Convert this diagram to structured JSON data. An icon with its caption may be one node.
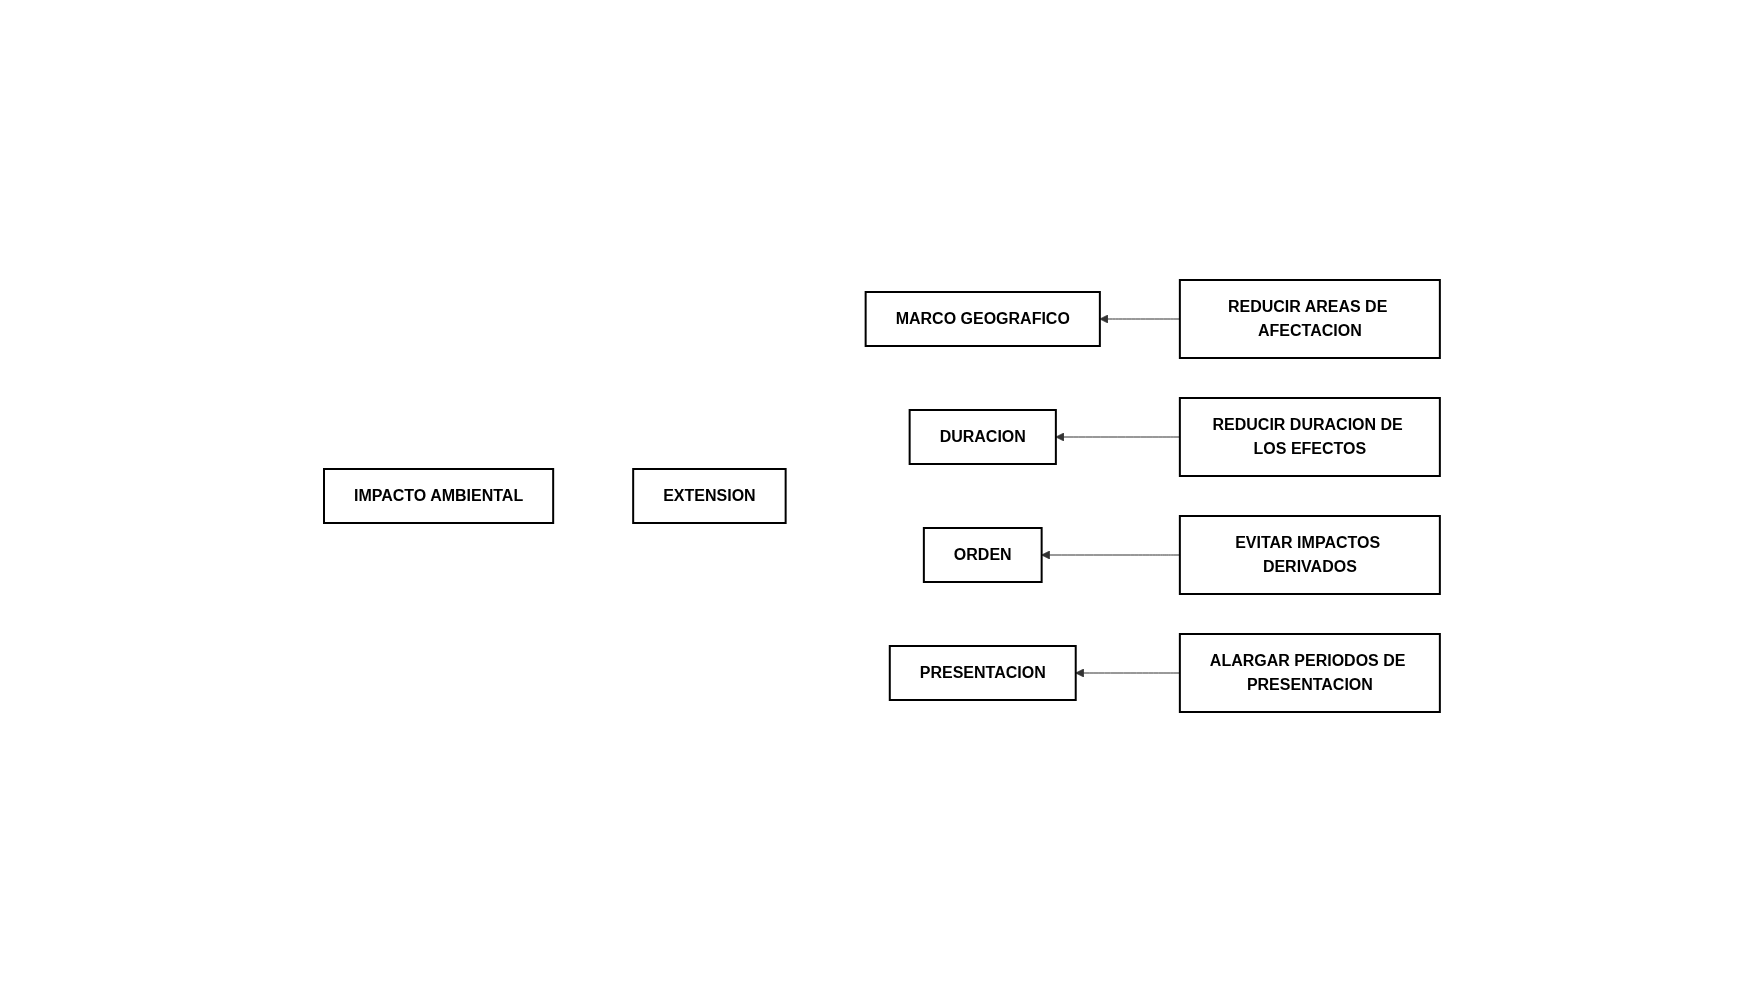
{
  "diagram": {
    "nodes": [
      {
        "text": [
          "IMPACTO AMBIENTAL"
        ]
      },
      {
        "text": [
          "EXTENSION"
        ]
      },
      {
        "text": [
          "MARCO GEOGRAFICO"
        ]
      },
      {
        "text": [
          "DURACION"
        ]
      },
      {
        "text": [
          "ORDEN"
        ]
      },
      {
        "text": [
          "PRESENTACION"
        ]
      },
      {
        "text": [
          "REDUCIR AREAS DE AFECTACION"
        ]
      },
      {
        "text": [
          "REDUCIR DURACION DE LOS EFECTOS"
        ]
      },
      {
        "text": [
          "EVITAR IMPACTOS DERIVADOS"
        ]
      },
      {
        "text": [
          "ALARGAR PERIODOS DE PRESENTACION"
        ]
      }
    ],
    "edges": [
      {
        "from": 6,
        "to": 2,
        "arrow": "to"
      },
      {
        "from": 7,
        "to": 3,
        "arrow": "to"
      },
      {
        "from": 8,
        "to": 4,
        "arrow": "to"
      },
      {
        "from": 9,
        "to": 5,
        "arrow": "to"
      }
    ]
  }
}
